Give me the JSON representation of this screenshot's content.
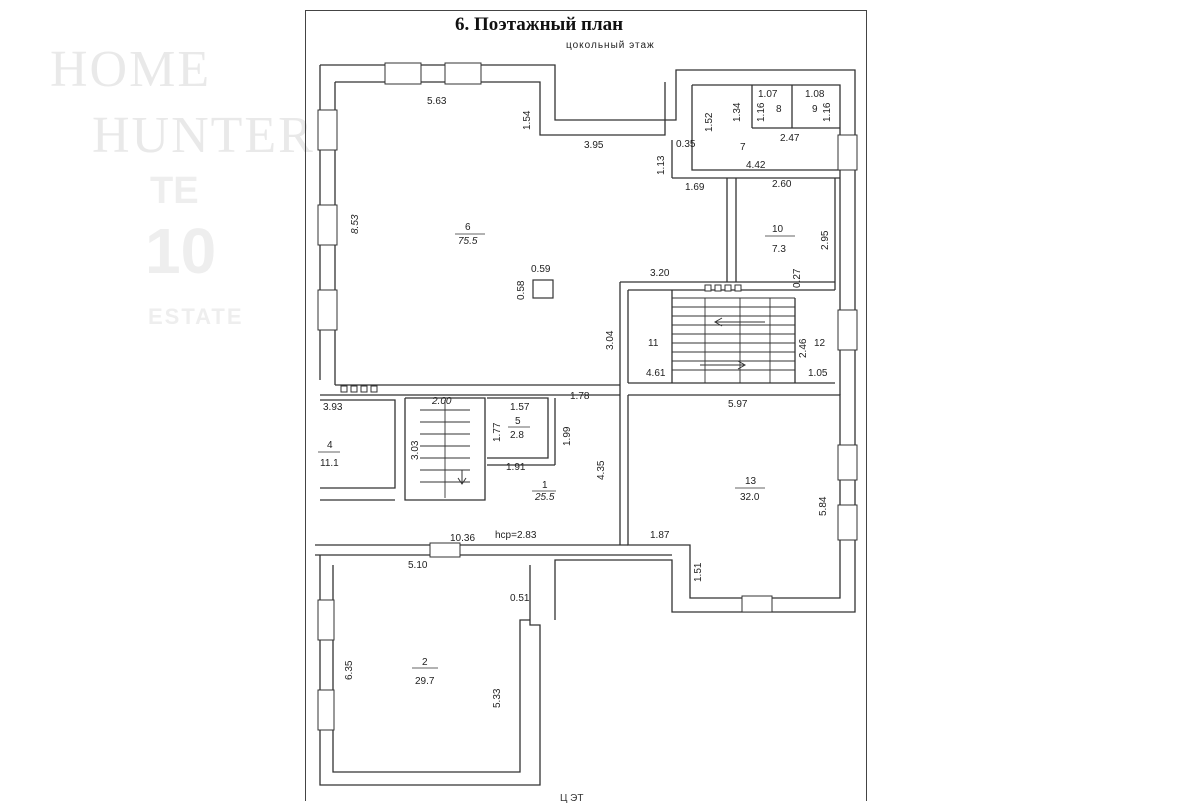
{
  "title": "6. Поэтажный план",
  "floor_label": "цокольный этаж",
  "bottom_cut_text": "Ц              ЭТ",
  "watermark": {
    "line1": "HOME",
    "line2": "HUNTER",
    "line3": "ТЕ",
    "line4": "10",
    "line5": "ESTATE"
  },
  "rooms": [
    {
      "id": "room-1",
      "number": "1",
      "area": "25.5"
    },
    {
      "id": "room-2",
      "number": "2",
      "area": "29.7"
    },
    {
      "id": "room-4",
      "number": "4",
      "area": "11.1"
    },
    {
      "id": "room-5",
      "number": "5",
      "area": "2.8"
    },
    {
      "id": "room-6",
      "number": "6",
      "area": "75.5"
    },
    {
      "id": "room-7",
      "number": "7",
      "area": ""
    },
    {
      "id": "room-8",
      "number": "8",
      "area": ""
    },
    {
      "id": "room-9",
      "number": "9",
      "area": ""
    },
    {
      "id": "room-10",
      "number": "10",
      "area": "7.3"
    },
    {
      "id": "room-11",
      "number": "11",
      "area": ""
    },
    {
      "id": "room-12",
      "number": "12",
      "area": ""
    },
    {
      "id": "room-13",
      "number": "13",
      "area": "32.0"
    }
  ],
  "dimensions": [
    "5.63",
    "1.54",
    "3.95",
    "8.53",
    "0.59",
    "0.58",
    "3.20",
    "3.04",
    "4.61",
    "1.52",
    "1.34",
    "1.07",
    "1.16",
    "1.08",
    "1.16",
    "2.47",
    "0.35",
    "1.13",
    "4.42",
    "1.69",
    "2.60",
    "2.95",
    "0.27",
    "2.46",
    "1.05",
    "3.93",
    "2.00",
    "3.03",
    "1.57",
    "1.77",
    "1.99",
    "1.91",
    "1.78",
    "5.97",
    "4.35",
    "5.84",
    "1.87",
    "1.51",
    "10.36",
    "hср=2.83",
    "5.10",
    "0.51",
    "6.35",
    "5.33"
  ]
}
